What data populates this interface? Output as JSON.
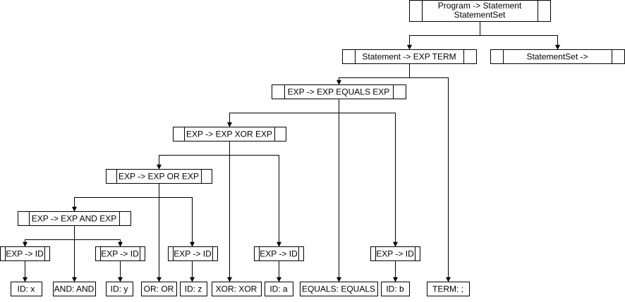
{
  "colors": {
    "stroke": "#000000",
    "background": "#ffffff",
    "text": "#000000"
  },
  "tree": {
    "program": {
      "lines": [
        "Program -> Statement",
        "StatementSet"
      ]
    },
    "statement": {
      "label": "Statement -> EXP TERM"
    },
    "statementset": {
      "label": "StatementSet ->"
    },
    "exp_equals": {
      "label": "EXP -> EXP EQUALS EXP"
    },
    "exp_xor": {
      "label": "EXP -> EXP XOR EXP"
    },
    "exp_or": {
      "label": "EXP -> EXP OR EXP"
    },
    "exp_and": {
      "label": "EXP -> EXP AND EXP"
    },
    "exp_id_x": {
      "label": "EXP -> ID"
    },
    "exp_id_y": {
      "label": "EXP -> ID"
    },
    "exp_id_z": {
      "label": "EXP -> ID"
    },
    "exp_id_a": {
      "label": "EXP -> ID"
    },
    "exp_id_b": {
      "label": "EXP -> ID"
    },
    "leaf_id_x": {
      "label": "ID: x"
    },
    "leaf_and": {
      "label": "AND: AND"
    },
    "leaf_id_y": {
      "label": "ID: y"
    },
    "leaf_or": {
      "label": "OR: OR"
    },
    "leaf_id_z": {
      "label": "ID: z"
    },
    "leaf_xor": {
      "label": "XOR: XOR"
    },
    "leaf_id_a": {
      "label": "ID: a"
    },
    "leaf_equals": {
      "label": "EQUALS: EQUALS"
    },
    "leaf_id_b": {
      "label": "ID: b"
    },
    "leaf_term": {
      "label": "TERM: ;"
    }
  }
}
